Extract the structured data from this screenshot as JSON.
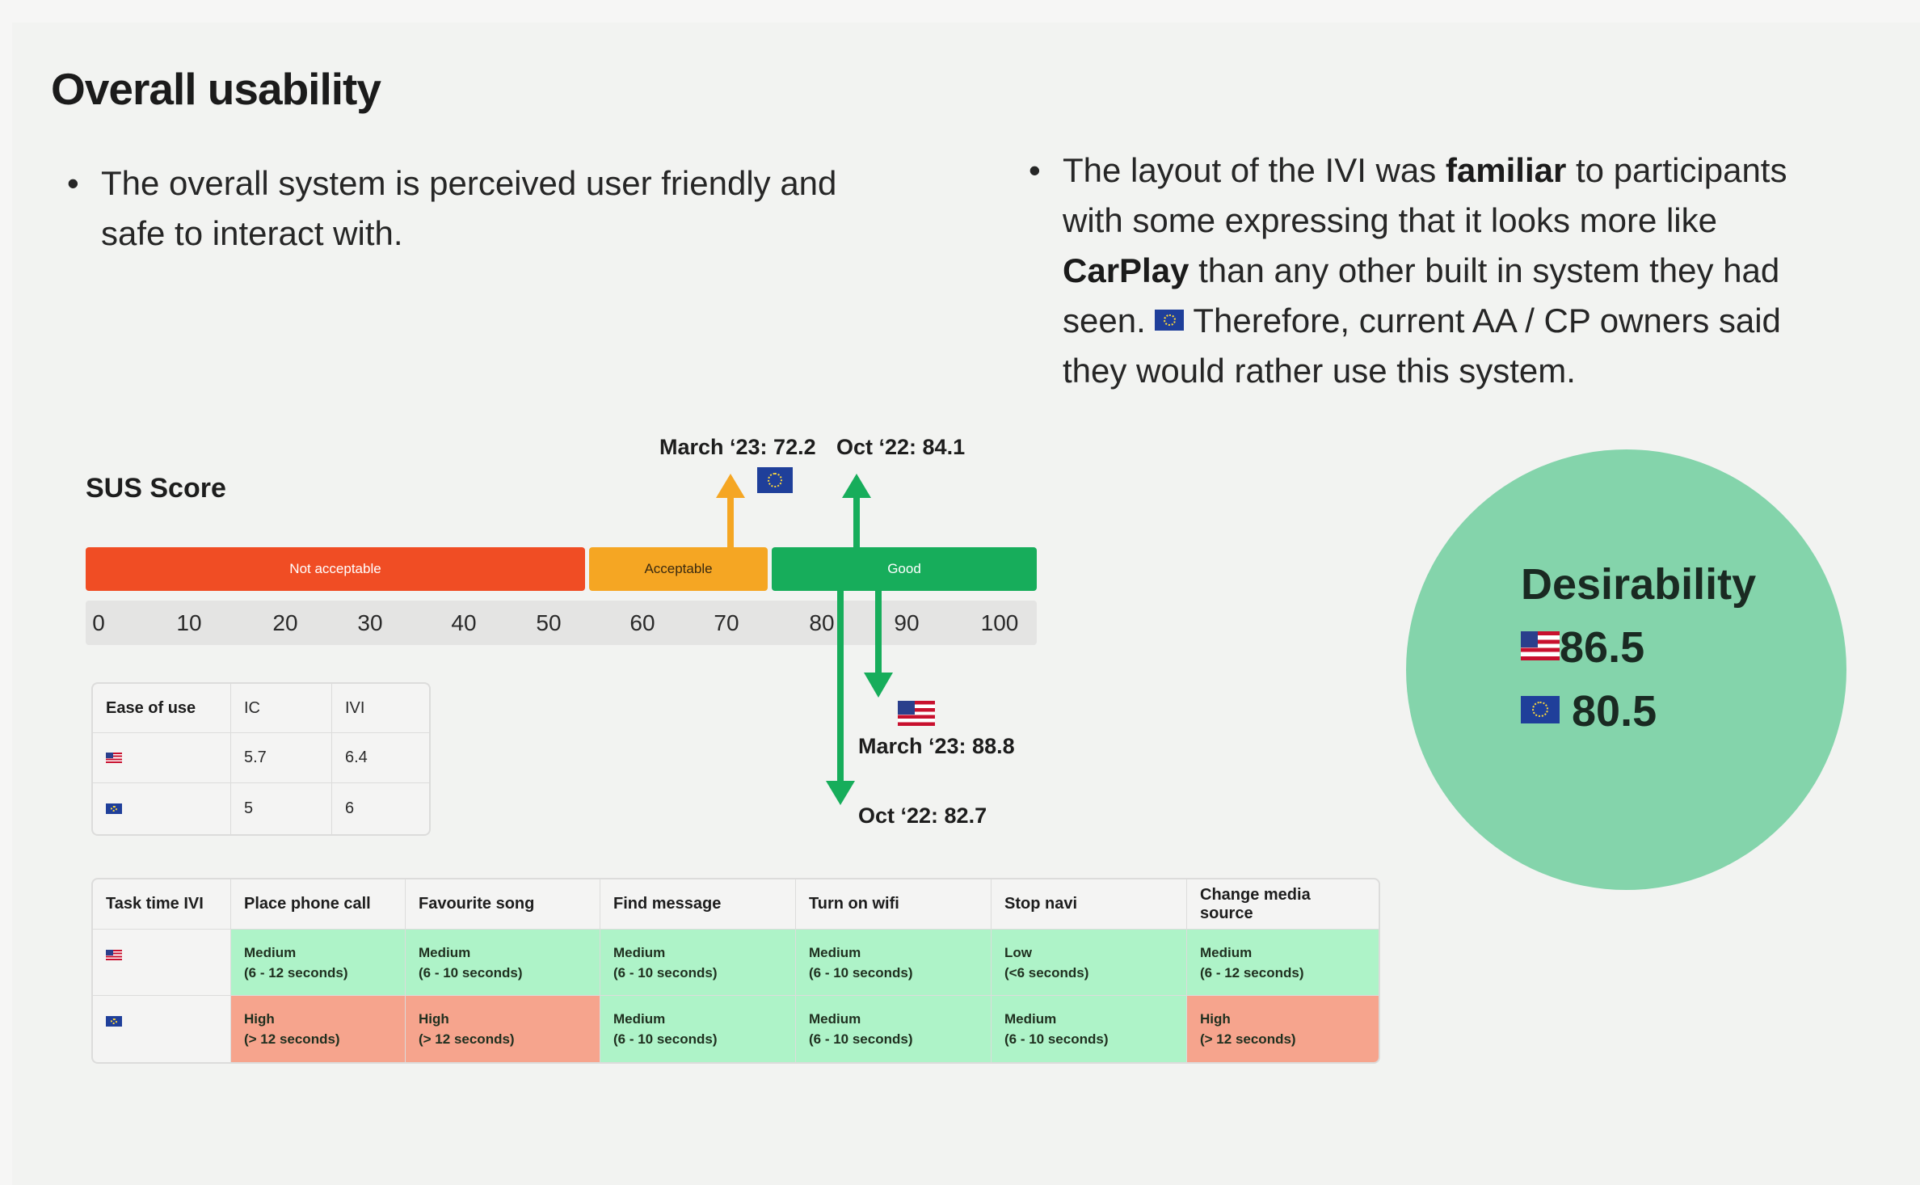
{
  "title": "Overall usability",
  "bullets": {
    "left": "The overall system is perceived user friendly and safe to interact with.",
    "right": {
      "t1": "The layout of the IVI was ",
      "b1": "familiar",
      "t2": " to participants with some expressing that it looks more like ",
      "b2": "CarPlay",
      "t3": " than any other built in system they had seen. ",
      "t4": " Therefore,  current AA / CP owners said they would rather use this system."
    }
  },
  "sus": {
    "title": "SUS Score",
    "bands": [
      {
        "label": "Not acceptable",
        "range": [
          0,
          52
        ],
        "color": "#f04d24"
      },
      {
        "label": "Acceptable",
        "range": [
          52,
          72
        ],
        "color": "#f5a623"
      },
      {
        "label": "Good",
        "range": [
          72,
          100
        ],
        "color": "#17ad5b"
      }
    ],
    "ticks": [
      "0",
      "10",
      "20",
      "30",
      "40",
      "50",
      "60",
      "70",
      "80",
      "90",
      "100"
    ],
    "markers": [
      {
        "label": "March ‘23: 72.2",
        "value": 72.2,
        "flag": "eu-flag",
        "color": "#f5a623"
      },
      {
        "label": "Oct ‘22: 84.1",
        "value": 84.1,
        "flag": "eu-flag",
        "color": "#17ad5b"
      },
      {
        "label": "March ‘23: 88.8",
        "value": 88.8,
        "flag": "us-flag",
        "color": "#17ad5b"
      },
      {
        "label": "Oct ‘22: 82.7",
        "value": 82.7,
        "flag": "us-flag",
        "color": "#17ad5b"
      }
    ]
  },
  "ease_table": {
    "headers": [
      "Ease of use",
      "IC",
      "IVI"
    ],
    "rows": [
      {
        "flag": "us-flag",
        "ic": "5.7",
        "ivi": "6.4"
      },
      {
        "flag": "eu-flag",
        "ic": "5",
        "ivi": "6"
      }
    ]
  },
  "task_table": {
    "headers": [
      "Task time IVI",
      "Place phone call",
      "Favourite song",
      "Find message",
      "Turn on wifi",
      "Stop navi",
      "Change media source"
    ],
    "rows": [
      {
        "flag": "us-flag",
        "cells": [
          {
            "level": "Medium",
            "range": "(6 - 12 seconds)"
          },
          {
            "level": "Medium",
            "range": "(6 - 10 seconds)"
          },
          {
            "level": "Medium",
            "range": "(6 - 10 seconds)"
          },
          {
            "level": "Medium",
            "range": "(6 - 10 seconds)"
          },
          {
            "level": "Low",
            "range": "(<6 seconds)"
          },
          {
            "level": "Medium",
            "range": "(6 - 12 seconds)"
          }
        ]
      },
      {
        "flag": "eu-flag",
        "cells": [
          {
            "level": "High",
            "range": "(> 12 seconds)"
          },
          {
            "level": "High",
            "range": "(> 12 seconds)"
          },
          {
            "level": "Medium",
            "range": "(6 - 10 seconds)"
          },
          {
            "level": "Medium",
            "range": "(6 - 10 seconds)"
          },
          {
            "level": "Medium",
            "range": "(6 - 10 seconds)"
          },
          {
            "level": "High",
            "range": "(> 12 seconds)"
          }
        ]
      }
    ],
    "colors": {
      "Low": "#aef3c8",
      "Medium": "#aef3c8",
      "High": "#f6a48d"
    }
  },
  "desirability": {
    "title": "Desirability",
    "us_value": "86.5",
    "eu_value": " 80.5",
    "circle_color": "#84d4ab"
  }
}
